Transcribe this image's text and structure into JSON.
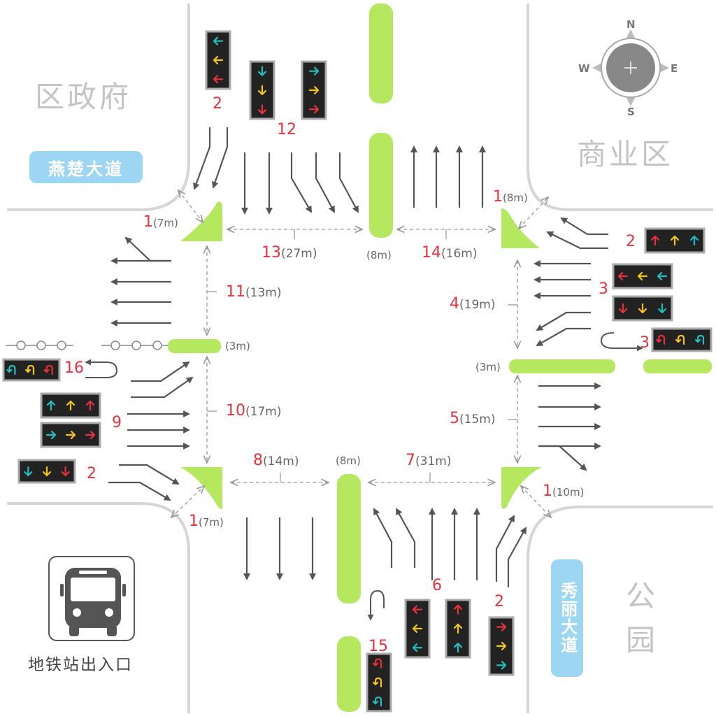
{
  "areas": {
    "district_government": "区政府",
    "commercial_area": "商业区",
    "park": "公园",
    "park_line1": "公",
    "park_line2": "园"
  },
  "roads": {
    "yanchu": "燕楚大道",
    "xiuli": "秀丽大道"
  },
  "bus": {
    "icon": "bus-icon",
    "caption": "地铁站出入口"
  },
  "compass": {
    "north": "N",
    "south": "S",
    "east": "E",
    "west": "W"
  },
  "crosswalks": {
    "n_left": {
      "number": "13",
      "distance": "(27m)"
    },
    "n_median": {
      "distance": "(8m)"
    },
    "n_right": {
      "number": "14",
      "distance": "(16m)"
    },
    "e_upper": {
      "number": "4",
      "distance": "(19m)"
    },
    "e_median": {
      "distance": "(3m)"
    },
    "e_lower": {
      "number": "5",
      "distance": "(15m)"
    },
    "s_left": {
      "number": "8",
      "distance": "(14m)"
    },
    "s_median": {
      "distance": "(8m)"
    },
    "s_right": {
      "number": "7",
      "distance": "(31m)"
    },
    "w_upper": {
      "number": "11",
      "distance": "(13m)"
    },
    "w_median": {
      "distance": "(3m)"
    },
    "w_lower": {
      "number": "10",
      "distance": "(17m)"
    }
  },
  "corners": {
    "nw": {
      "number": "1",
      "distance": "(7m)"
    },
    "ne": {
      "number": "1",
      "distance": "(8m)"
    },
    "se": {
      "number": "1",
      "distance": "(10m)"
    },
    "sw": {
      "number": "1",
      "distance": "(7m)"
    }
  },
  "signal_groups": {
    "north_right_turn": "2",
    "north_main": "12",
    "east_right_turn": "2",
    "east_main": "3",
    "east_uturn": "3",
    "west_uturn": "16",
    "west_main": "9",
    "west_right_turn": "2",
    "south_main": "6",
    "south_right_turn": "2",
    "south_uturn": "15"
  },
  "colors": {
    "red": "#e8313c",
    "yellow": "#f5c518",
    "teal": "#1fbfbf",
    "island": "#b5e85f",
    "curb": "#d6d6d6",
    "arrow": "#555555",
    "signal_body": "#222222",
    "signal_frame": "#aaaaaa",
    "badge": "#9dd6f2"
  },
  "icons": {
    "compass": "compass-icon",
    "signal_left": "left-arrow-icon",
    "signal_right": "right-arrow-icon",
    "signal_up": "up-arrow-icon",
    "signal_down": "down-arrow-icon",
    "signal_uturn": "u-turn-icon"
  }
}
